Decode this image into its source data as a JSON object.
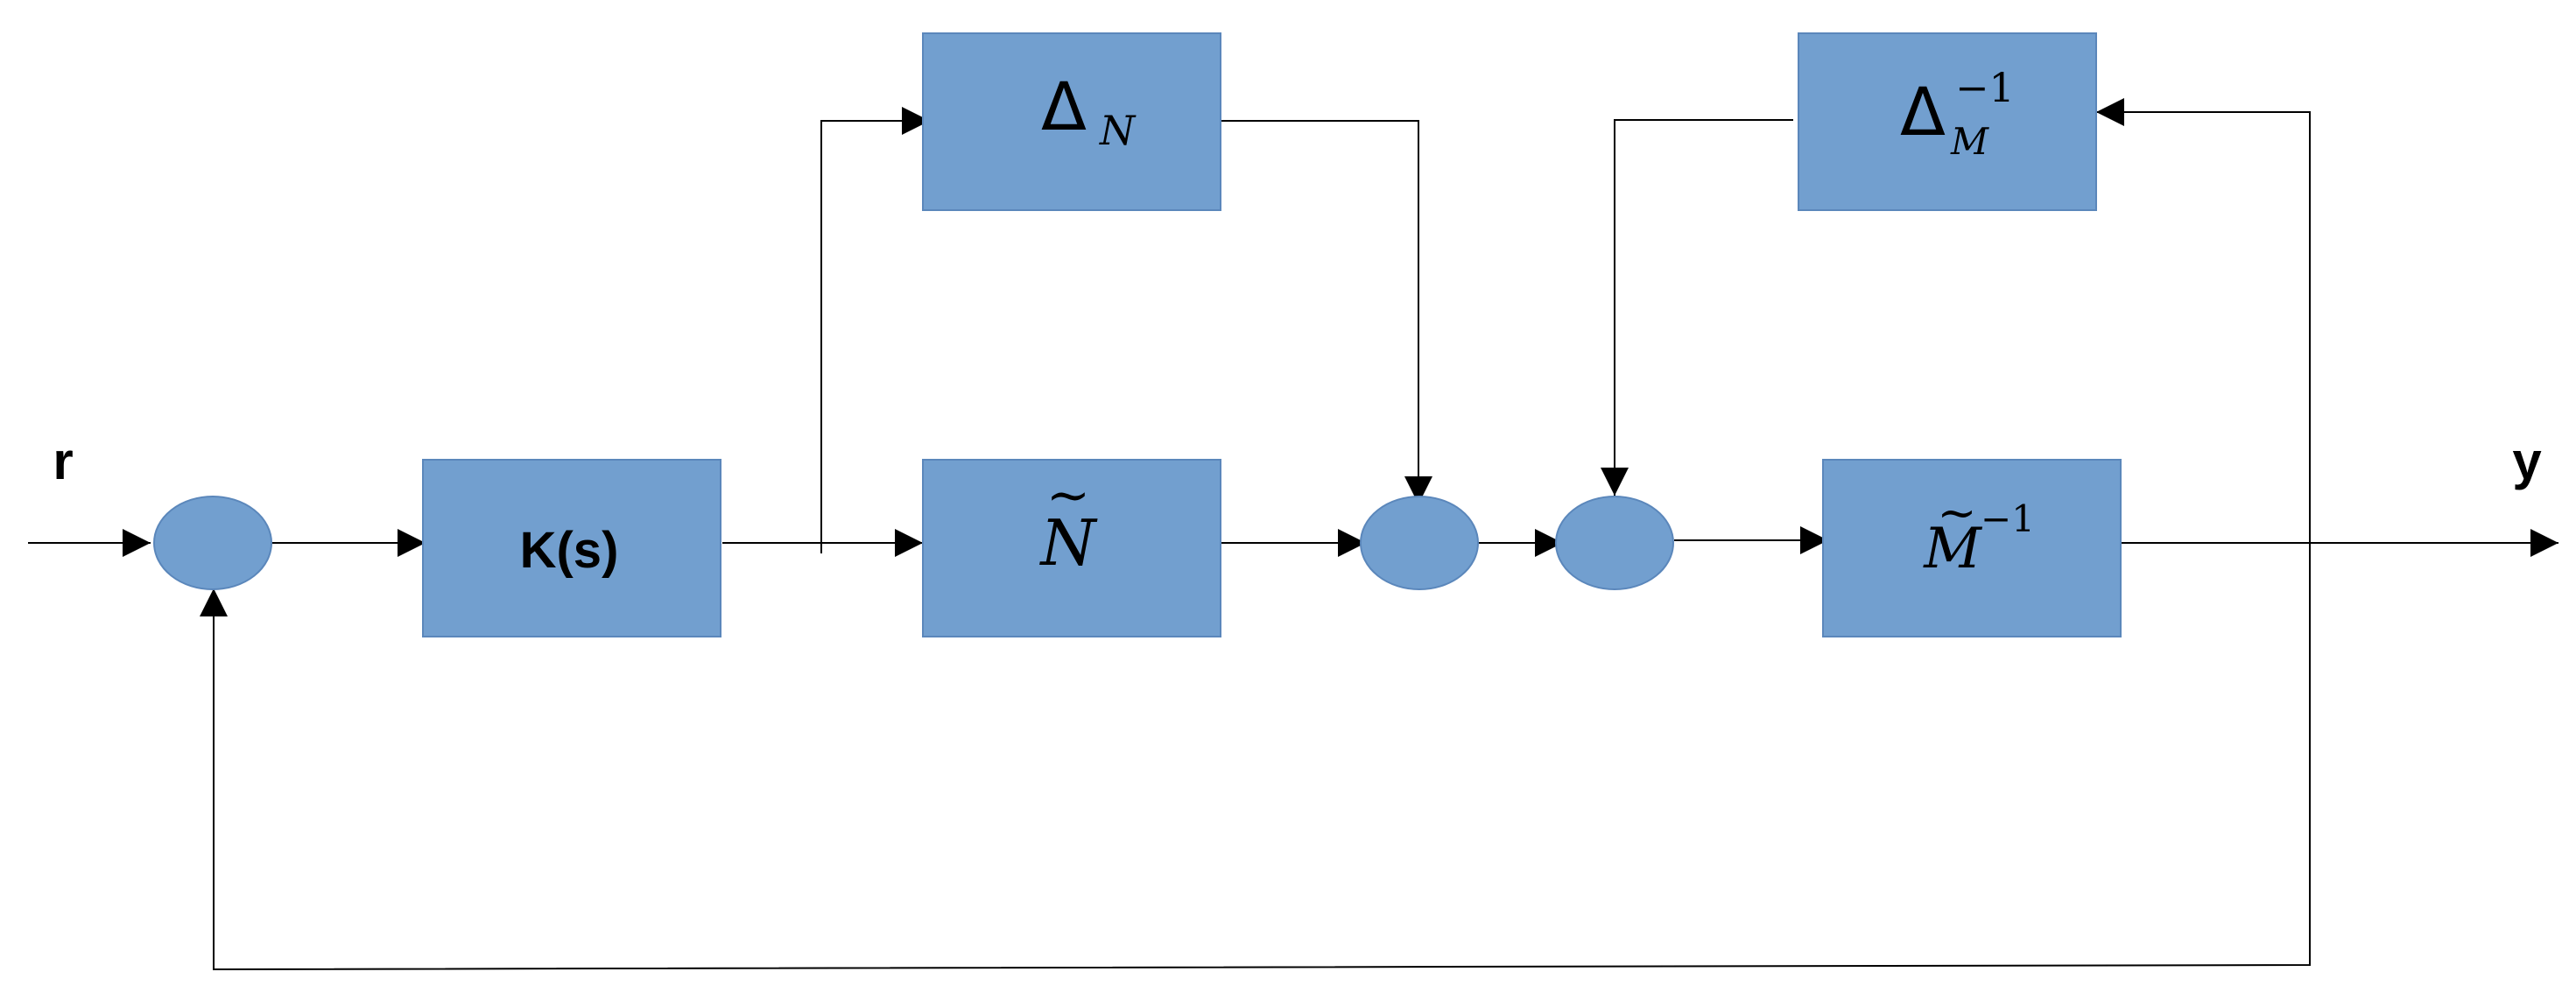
{
  "colors": {
    "block_fill": "#729fcf",
    "block_stroke": "#5b87bb",
    "line": "#000000",
    "text": "#000000"
  },
  "signals": {
    "input_label": "r",
    "output_label": "y"
  },
  "blocks": {
    "controller": {
      "label": "K(s)"
    },
    "nominal_numerator": {
      "symbol": "N",
      "accent": "~"
    },
    "numerator_uncertainty": {
      "symbol": "Δ",
      "subscript": "N"
    },
    "inverse_denominator_uncertainty": {
      "symbol": "Δ",
      "subscript": "M",
      "superscript": "−1"
    },
    "inverse_denominator": {
      "symbol": "M",
      "accent": "~",
      "superscript": "−1"
    }
  },
  "junctions": [
    "input-summing-junction",
    "n-summing-junction",
    "m-summing-junction"
  ]
}
